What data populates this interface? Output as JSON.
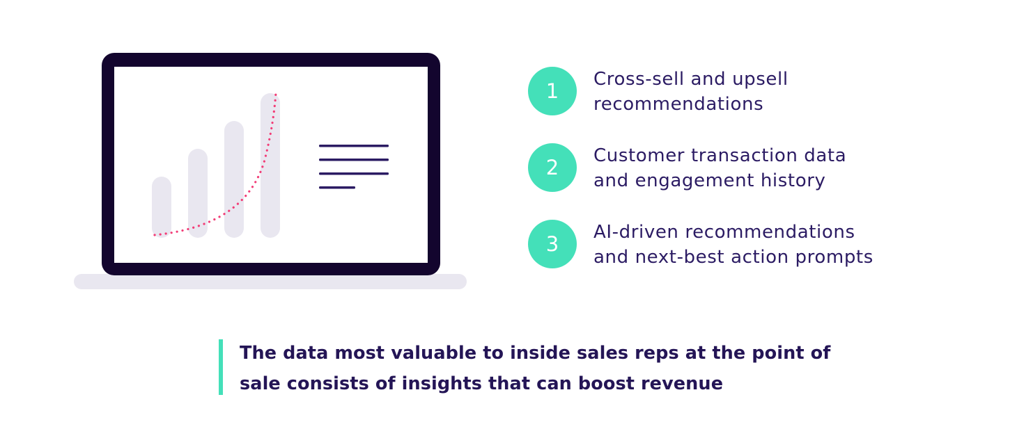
{
  "colors": {
    "accent": "#44e0b9",
    "text_dark": "#2b1b63",
    "quote_text": "#241556",
    "laptop_frame": "#13052e",
    "laptop_base": "#e9e7f0",
    "chart_bars": "#e9e7f0",
    "curve": "#f23d77",
    "text_lines": "#2b1b63"
  },
  "illustration": {
    "icon": "laptop-growth-chart"
  },
  "items": [
    {
      "number": "1",
      "lines": [
        "Cross-sell and upsell",
        "recommendations"
      ]
    },
    {
      "number": "2",
      "lines": [
        "Customer transaction data",
        "and engagement history"
      ]
    },
    {
      "number": "3",
      "lines": [
        "AI-driven recommendations",
        "and next-best action prompts"
      ]
    }
  ],
  "quote": {
    "lines": [
      "The data most valuable to inside sales reps at the point of",
      "sale consists of insights that can boost revenue"
    ]
  }
}
